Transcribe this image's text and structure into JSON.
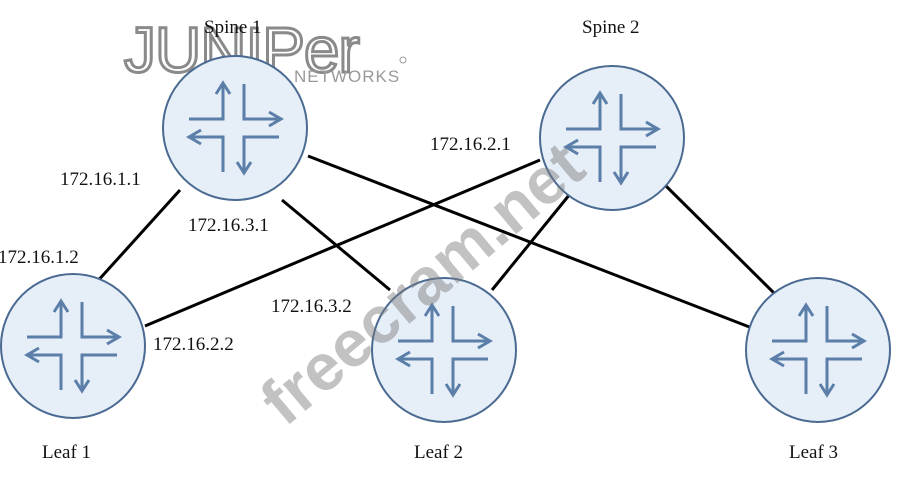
{
  "logo": {
    "brand": "JUNIPer",
    "sub": "NETWORKS"
  },
  "watermark": "freecram.net",
  "nodes": [
    {
      "id": "spine1",
      "label": "Spine 1"
    },
    {
      "id": "spine2",
      "label": "Spine 2"
    },
    {
      "id": "leaf1",
      "label": "Leaf 1"
    },
    {
      "id": "leaf2",
      "label": "Leaf 2"
    },
    {
      "id": "leaf3",
      "label": "Leaf 3"
    }
  ],
  "links": [
    {
      "from": "spine1",
      "to": "leaf1",
      "from_ip": "172.16.1.1",
      "to_ip": "172.16.1.2"
    },
    {
      "from": "spine2",
      "to": "leaf1",
      "from_ip": "172.16.2.1",
      "to_ip": "172.16.2.2"
    },
    {
      "from": "spine1",
      "to": "leaf2",
      "from_ip": "172.16.3.1",
      "to_ip": "172.16.3.2"
    },
    {
      "from": "spine1",
      "to": "leaf3",
      "from_ip": "",
      "to_ip": ""
    },
    {
      "from": "spine2",
      "to": "leaf2",
      "from_ip": "",
      "to_ip": ""
    },
    {
      "from": "spine2",
      "to": "leaf3",
      "from_ip": "",
      "to_ip": ""
    }
  ],
  "colors": {
    "router_fill": "#e6eef8",
    "router_stroke": "#4a6a92",
    "arrow": "#5b7fa9",
    "link": "#000000"
  }
}
